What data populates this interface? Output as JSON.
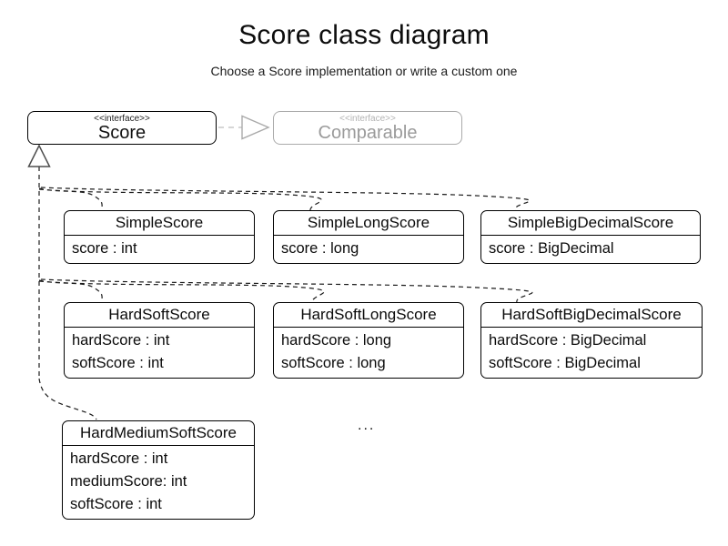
{
  "page": {
    "title": "Score class diagram",
    "subtitle": "Choose a Score implementation or write a custom one"
  },
  "interfaces": {
    "score": {
      "stereotype": "<<interface>>",
      "name": "Score"
    },
    "comparable": {
      "stereotype": "<<interface>>",
      "name": "Comparable"
    }
  },
  "classes": [
    {
      "name": "SimpleScore",
      "attributes": [
        "score : int"
      ]
    },
    {
      "name": "SimpleLongScore",
      "attributes": [
        "score : long"
      ]
    },
    {
      "name": "SimpleBigDecimalScore",
      "attributes": [
        "score : BigDecimal"
      ]
    },
    {
      "name": "HardSoftScore",
      "attributes": [
        "hardScore : int",
        "softScore : int"
      ]
    },
    {
      "name": "HardSoftLongScore",
      "attributes": [
        "hardScore : long",
        "softScore : long"
      ]
    },
    {
      "name": "HardSoftBigDecimalScore",
      "attributes": [
        "hardScore : BigDecimal",
        "softScore : BigDecimal"
      ]
    },
    {
      "name": "HardMediumSoftScore",
      "attributes": [
        "hardScore : int",
        "mediumScore: int",
        "softScore : int"
      ]
    }
  ],
  "ellipsis": "...",
  "colors": {
    "line": "#1a1a1a",
    "ghost_line": "#c9c9c9",
    "ghost_border": "#aaaaaa",
    "box_border": "#000000"
  }
}
